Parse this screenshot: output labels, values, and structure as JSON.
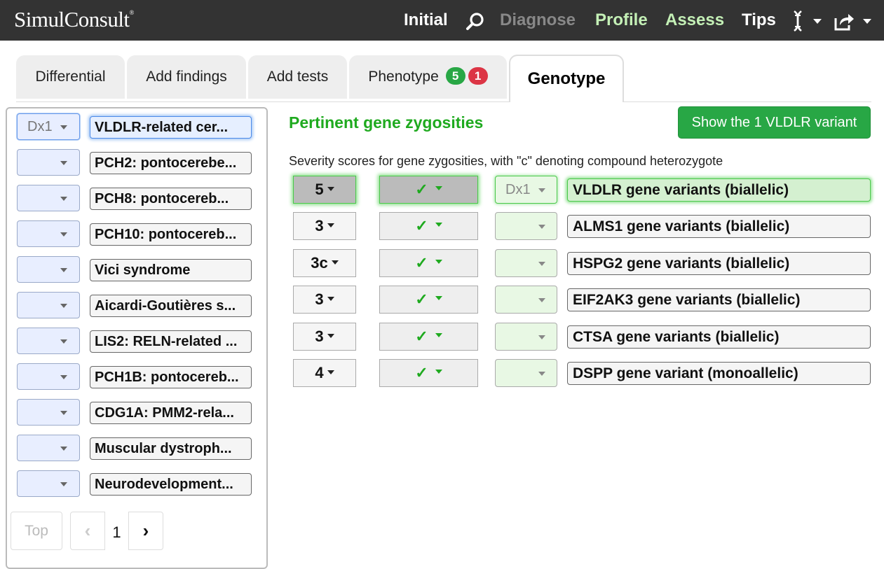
{
  "app": {
    "brand": "SimulConsult",
    "brand_mark": "®"
  },
  "nav": {
    "initial": "Initial",
    "diagnose": "Diagnose",
    "profile": "Profile",
    "assess": "Assess",
    "tips": "Tips",
    "search_icon": "search-icon",
    "dna_icon": "dna-icon",
    "share_icon": "share-icon",
    "colors": {
      "bar": "#333333",
      "active_green": "#c4f0b6",
      "disabled": "#888888"
    }
  },
  "tabs": [
    {
      "label": "Differential"
    },
    {
      "label": "Add findings"
    },
    {
      "label": "Add tests"
    },
    {
      "label": "Phenotype",
      "badge_green": "5",
      "badge_red": "1"
    },
    {
      "label": "Genotype",
      "active": true
    }
  ],
  "differential": {
    "items": [
      {
        "dx": "Dx1",
        "label": "VLDLR-related cer..."
      },
      {
        "dx": "",
        "label": "PCH2: pontocerebe..."
      },
      {
        "dx": "",
        "label": "PCH8: pontocereb..."
      },
      {
        "dx": "",
        "label": "PCH10: pontocereb..."
      },
      {
        "dx": "",
        "label": "Vici syndrome"
      },
      {
        "dx": "",
        "label": "Aicardi-Goutières s..."
      },
      {
        "dx": "",
        "label": "LIS2: RELN-related ..."
      },
      {
        "dx": "",
        "label": "PCH1B: pontocereb..."
      },
      {
        "dx": "",
        "label": "CDG1A: PMM2-rela..."
      },
      {
        "dx": "",
        "label": "Muscular dystroph..."
      },
      {
        "dx": "",
        "label": "Neurodevelopment..."
      }
    ],
    "pager": {
      "top": "Top",
      "prev": "‹",
      "page": "1",
      "next": "›"
    }
  },
  "genotype": {
    "title": "Pertinent gene zygosities",
    "show_button": "Show the 1 VLDLR variant",
    "caption": "Severity scores for gene zygosities, with \"c\" denoting compound heterozygote",
    "check": "✓",
    "colors": {
      "title_green": "#1faa1f",
      "button_green": "#28a745"
    },
    "rows": [
      {
        "severity": "5",
        "dx": "Dx1",
        "gene": "VLDLR gene variants (biallelic)"
      },
      {
        "severity": "3",
        "dx": "",
        "gene": "ALMS1 gene variants (biallelic)"
      },
      {
        "severity": "3c",
        "dx": "",
        "gene": "HSPG2 gene variants (biallelic)"
      },
      {
        "severity": "3",
        "dx": "",
        "gene": "EIF2AK3 gene variants (biallelic)"
      },
      {
        "severity": "3",
        "dx": "",
        "gene": "CTSA gene variants (biallelic)"
      },
      {
        "severity": "4",
        "dx": "",
        "gene": "DSPP gene variant (monoallelic)"
      }
    ]
  }
}
